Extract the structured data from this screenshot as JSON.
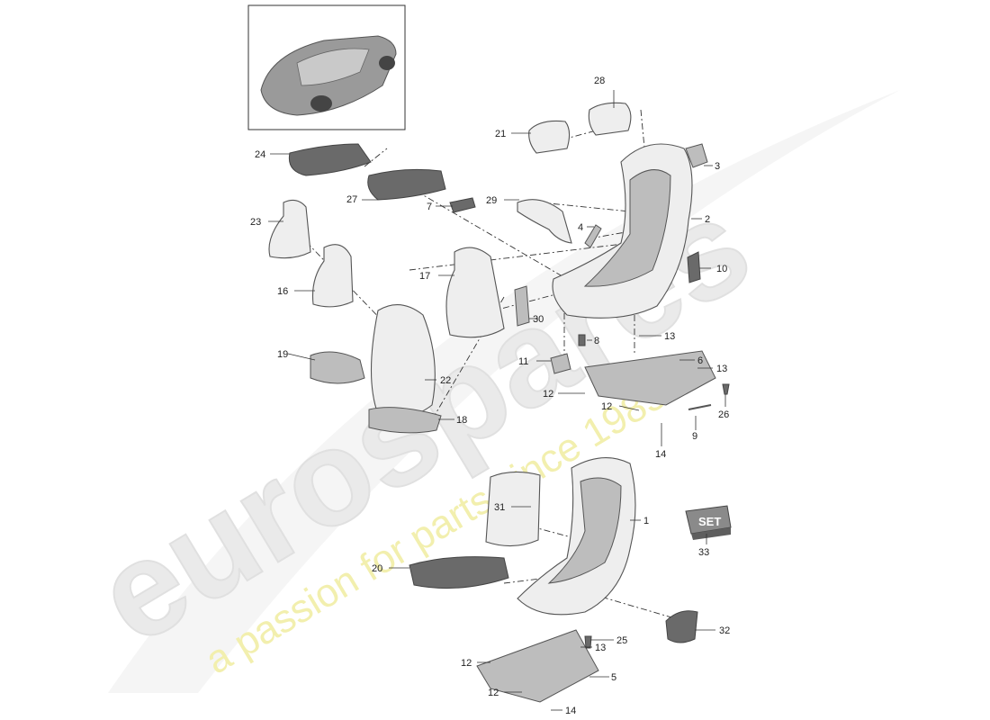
{
  "watermark": {
    "brand": "eurospares",
    "tagline": "a passion for parts since 1985",
    "brand_color": "#e6e6e6",
    "tagline_color": "#f3f0a8"
  },
  "thumbnail": {
    "icon": "car-icon"
  },
  "set_box": {
    "label": "SET"
  },
  "callouts": [
    {
      "id": "1",
      "label": "1"
    },
    {
      "id": "2",
      "label": "2"
    },
    {
      "id": "3",
      "label": "3"
    },
    {
      "id": "4",
      "label": "4"
    },
    {
      "id": "5",
      "label": "5"
    },
    {
      "id": "6",
      "label": "6"
    },
    {
      "id": "7",
      "label": "7"
    },
    {
      "id": "8",
      "label": "8"
    },
    {
      "id": "9",
      "label": "9"
    },
    {
      "id": "10",
      "label": "10"
    },
    {
      "id": "11",
      "label": "11"
    },
    {
      "id": "12a",
      "label": "12"
    },
    {
      "id": "12b",
      "label": "12"
    },
    {
      "id": "12c",
      "label": "12"
    },
    {
      "id": "12d",
      "label": "12"
    },
    {
      "id": "13a",
      "label": "13"
    },
    {
      "id": "13b",
      "label": "13"
    },
    {
      "id": "13c",
      "label": "13"
    },
    {
      "id": "14a",
      "label": "14"
    },
    {
      "id": "14b",
      "label": "14"
    },
    {
      "id": "16",
      "label": "16"
    },
    {
      "id": "17",
      "label": "17"
    },
    {
      "id": "18",
      "label": "18"
    },
    {
      "id": "19",
      "label": "19"
    },
    {
      "id": "20",
      "label": "20"
    },
    {
      "id": "21",
      "label": "21"
    },
    {
      "id": "22",
      "label": "22"
    },
    {
      "id": "23",
      "label": "23"
    },
    {
      "id": "24",
      "label": "24"
    },
    {
      "id": "25",
      "label": "25"
    },
    {
      "id": "26",
      "label": "26"
    },
    {
      "id": "27",
      "label": "27"
    },
    {
      "id": "28",
      "label": "28"
    },
    {
      "id": "29",
      "label": "29"
    },
    {
      "id": "30",
      "label": "30"
    },
    {
      "id": "31",
      "label": "31"
    },
    {
      "id": "32",
      "label": "32"
    },
    {
      "id": "33",
      "label": "33"
    }
  ]
}
